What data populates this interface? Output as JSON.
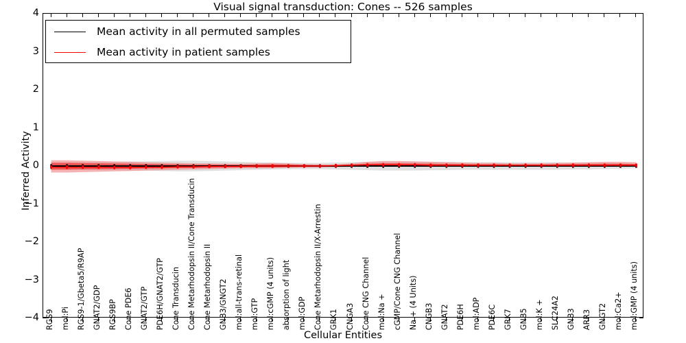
{
  "chart_data": {
    "type": "line",
    "title": "Visual signal transduction: Cones -- 526 samples",
    "xlabel": "Cellular Entities",
    "ylabel": "Inferred Activity",
    "ylim": [
      -4,
      4
    ],
    "yticks": [
      -4,
      -3,
      -2,
      -1,
      0,
      1,
      2,
      3,
      4
    ],
    "ytick_labels": [
      "−4",
      "−3",
      "−2",
      "−1",
      "0",
      "1",
      "2",
      "3",
      "4"
    ],
    "grid": false,
    "legend_position": "upper left",
    "categories": [
      "RGS9",
      "mol:Pi",
      "RGS9-1/Gbeta5/R9AP",
      "GNAT2/GDP",
      "RGS9BP",
      "Cone PDE6",
      "GNAT2/GTP",
      "PDE6H/GNAT2/GTP",
      "Cone Transducin",
      "Cone Metarhodopsin II/Cone Transducin",
      "Cone Metarhodopsin II",
      "GNB3/GNGT2",
      "mol:all-trans-retinal",
      "mol:GTP",
      "mol:cGMP (4 units)",
      "absorption of light",
      "mol:GDP",
      "Cone Metarhodopsin II/X-Arrestin",
      "GRK1",
      "CNGA3",
      "Cone CNG Channel",
      "mol:Na +",
      "cGMP/Cone CNG Channel",
      "Na + (4 Units)",
      "CNGB3",
      "GNAT2",
      "PDE6H",
      "mol:ADP",
      "PDE6C",
      "GRK7",
      "GNB5",
      "mol:K +",
      "SLC24A2",
      "GNB3",
      "ARR3",
      "GNGT2",
      "mol:Ca2+",
      "mol:GMP (4 units)"
    ],
    "series": [
      {
        "name": "Mean activity in all permuted samples",
        "color": "#000000",
        "band_color": "#bdbdbd",
        "values": [
          0.0,
          0.0,
          0.0,
          0.0,
          0.0,
          0.0,
          0.0,
          0.0,
          0.0,
          0.0,
          0.0,
          0.0,
          0.0,
          0.0,
          0.0,
          0.0,
          0.0,
          0.0,
          0.0,
          0.0,
          0.0,
          0.0,
          0.0,
          0.0,
          0.0,
          0.0,
          0.0,
          0.0,
          0.0,
          0.0,
          0.0,
          0.0,
          0.0,
          0.0,
          0.0,
          0.0,
          0.0,
          0.0
        ],
        "band_upper": [
          0.1,
          0.1,
          0.1,
          0.11,
          0.11,
          0.12,
          0.12,
          0.13,
          0.14,
          0.14,
          0.13,
          0.12,
          0.11,
          0.1,
          0.09,
          0.08,
          0.08,
          0.08,
          0.09,
          0.1,
          0.11,
          0.12,
          0.12,
          0.12,
          0.11,
          0.11,
          0.1,
          0.1,
          0.1,
          0.1,
          0.1,
          0.1,
          0.1,
          0.09,
          0.09,
          0.08,
          0.07,
          0.06
        ],
        "band_lower": [
          -0.1,
          -0.1,
          -0.1,
          -0.11,
          -0.11,
          -0.12,
          -0.12,
          -0.13,
          -0.14,
          -0.14,
          -0.13,
          -0.12,
          -0.11,
          -0.1,
          -0.09,
          -0.08,
          -0.08,
          -0.08,
          -0.09,
          -0.1,
          -0.11,
          -0.12,
          -0.12,
          -0.12,
          -0.11,
          -0.11,
          -0.1,
          -0.1,
          -0.1,
          -0.1,
          -0.1,
          -0.1,
          -0.1,
          -0.09,
          -0.09,
          -0.08,
          -0.07,
          -0.06
        ]
      },
      {
        "name": "Mean activity in patient samples",
        "color": "#ff0000",
        "band_color": "#f08080",
        "values": [
          -0.03,
          -0.03,
          -0.03,
          -0.03,
          -0.04,
          -0.04,
          -0.03,
          -0.03,
          -0.02,
          -0.02,
          -0.01,
          -0.01,
          -0.01,
          0.0,
          0.0,
          0.0,
          0.0,
          0.0,
          0.01,
          0.02,
          0.03,
          0.03,
          0.03,
          0.03,
          0.02,
          0.02,
          0.02,
          0.02,
          0.02,
          0.02,
          0.02,
          0.02,
          0.02,
          0.02,
          0.02,
          0.02,
          0.02,
          0.02
        ],
        "band_upper": [
          0.15,
          0.15,
          0.14,
          0.13,
          0.12,
          0.11,
          0.1,
          0.09,
          0.08,
          0.07,
          0.07,
          0.06,
          0.06,
          0.07,
          0.08,
          0.07,
          0.05,
          0.04,
          0.04,
          0.07,
          0.11,
          0.13,
          0.13,
          0.12,
          0.11,
          0.1,
          0.09,
          0.08,
          0.08,
          0.07,
          0.07,
          0.07,
          0.08,
          0.09,
          0.1,
          0.11,
          0.11,
          0.1
        ],
        "band_lower": [
          -0.17,
          -0.17,
          -0.16,
          -0.15,
          -0.14,
          -0.13,
          -0.12,
          -0.11,
          -0.1,
          -0.09,
          -0.08,
          -0.07,
          -0.06,
          -0.06,
          -0.06,
          -0.05,
          -0.04,
          -0.04,
          -0.03,
          -0.02,
          -0.02,
          -0.02,
          -0.02,
          -0.02,
          -0.02,
          -0.02,
          -0.02,
          -0.02,
          -0.02,
          -0.02,
          -0.02,
          -0.02,
          -0.02,
          -0.02,
          -0.02,
          -0.01,
          -0.01,
          -0.01
        ]
      }
    ]
  },
  "legend": {
    "items": [
      {
        "label": "Mean activity in all permuted samples",
        "color": "#000000"
      },
      {
        "label": "Mean activity in patient samples",
        "color": "#ff0000"
      }
    ]
  }
}
